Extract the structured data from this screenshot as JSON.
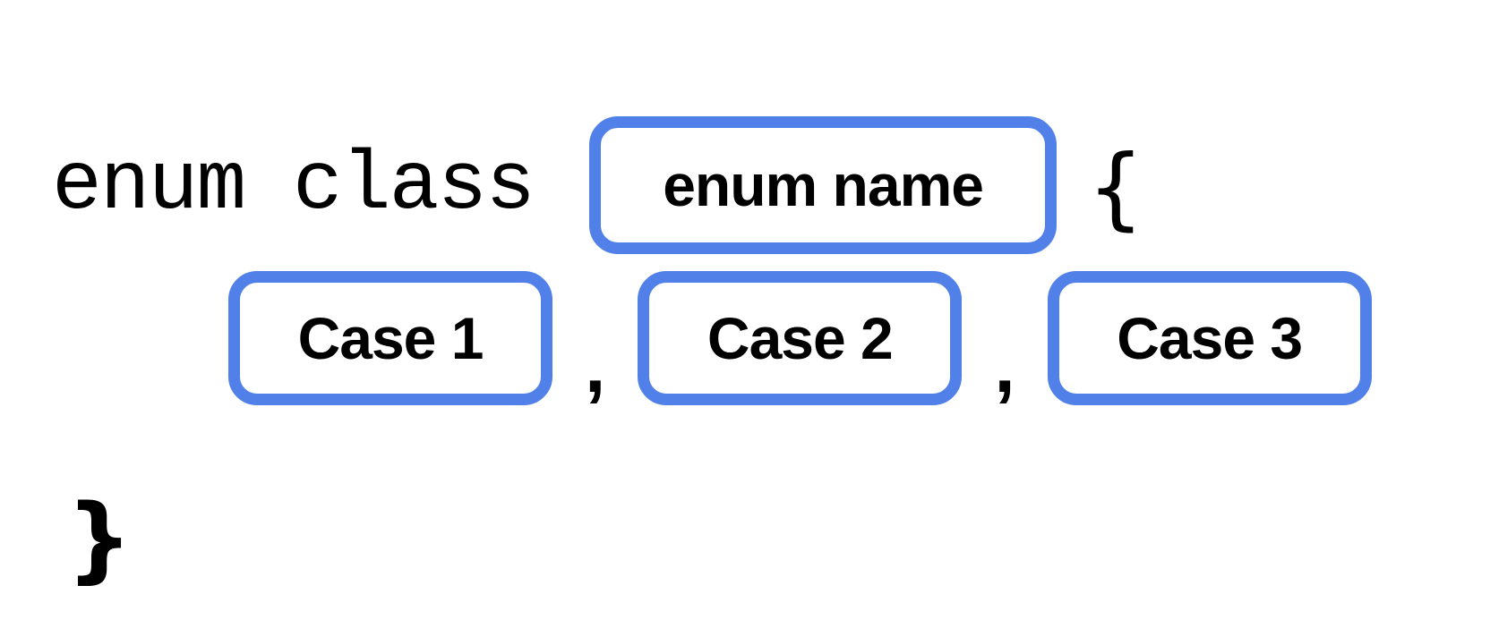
{
  "diagram": {
    "title_semantic": "enum-class-syntax-diagram",
    "keyword": "enum class",
    "enum_name_placeholder": "enum name",
    "open_brace": "{",
    "close_brace": "}",
    "separator": ",",
    "cases": [
      "Case 1",
      "Case 2",
      "Case 3"
    ],
    "colors": {
      "background": "#ffffff",
      "box_border": "#5181e8",
      "text": "#000000"
    }
  }
}
